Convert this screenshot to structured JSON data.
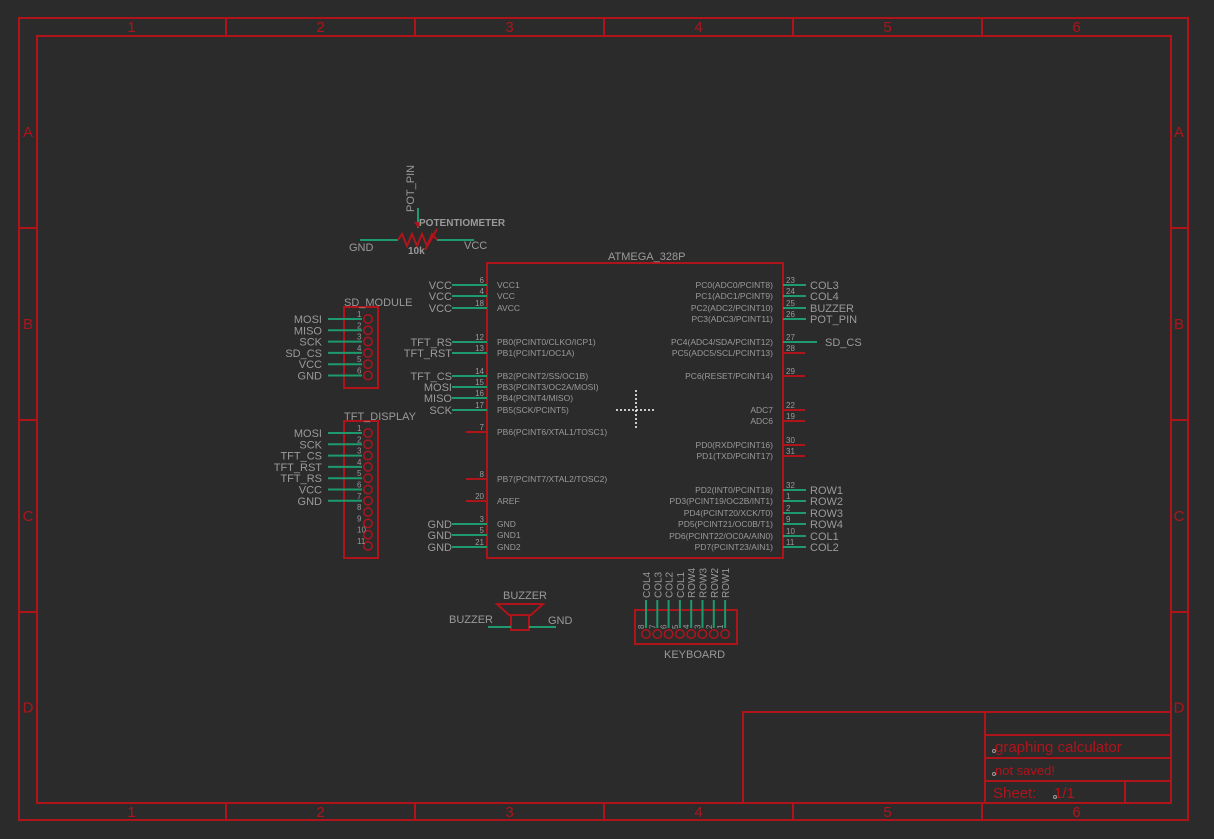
{
  "colors": {
    "background": "#2b2b2b",
    "frame": "#b0141b",
    "text": "#9a9a9a",
    "pin": "#1e9a6e",
    "cursor": "#ffffff"
  },
  "frame": {
    "columns": [
      "1",
      "2",
      "3",
      "4",
      "5",
      "6"
    ],
    "rows": [
      "A",
      "B",
      "C",
      "D"
    ]
  },
  "title_block": {
    "title": "graphing calculator",
    "status": "not saved!",
    "sheet_label": "Sheet:",
    "sheet_value": "1/1"
  },
  "potentiometer": {
    "name": "POTENTIOMETER",
    "value": "10k",
    "net_wiper": "POT_PIN",
    "net_left": "GND",
    "net_right": "VCC"
  },
  "sd_module": {
    "name": "SD_MODULE",
    "pins": [
      {
        "num": "1",
        "net": "MOSI"
      },
      {
        "num": "2",
        "net": "MISO"
      },
      {
        "num": "3",
        "net": "SCK"
      },
      {
        "num": "4",
        "net": "SD_CS"
      },
      {
        "num": "5",
        "net": "VCC"
      },
      {
        "num": "6",
        "net": "GND"
      }
    ]
  },
  "tft_display": {
    "name": "TFT_DISPLAY",
    "pins": [
      {
        "num": "1",
        "net": "MOSI"
      },
      {
        "num": "2",
        "net": "SCK"
      },
      {
        "num": "3",
        "net": "TFT_CS"
      },
      {
        "num": "4",
        "net": "TFT_RST"
      },
      {
        "num": "5",
        "net": "TFT_RS"
      },
      {
        "num": "6",
        "net": "VCC"
      },
      {
        "num": "7",
        "net": "GND"
      },
      {
        "num": "8",
        "net": ""
      },
      {
        "num": "9",
        "net": ""
      },
      {
        "num": "10",
        "net": ""
      },
      {
        "num": "11",
        "net": ""
      }
    ]
  },
  "mcu": {
    "name": "ATMEGA_328P",
    "left_pins": [
      {
        "num": "6",
        "label": "VCC1",
        "net": "VCC"
      },
      {
        "num": "4",
        "label": "VCC",
        "net": "VCC"
      },
      {
        "num": "18",
        "label": "AVCC",
        "net": "VCC"
      },
      {
        "num": "12",
        "label": "PB0(PCINT0/CLKO/ICP1)",
        "net": "TFT_RS"
      },
      {
        "num": "13",
        "label": "PB1(PCINT1/OC1A)",
        "net": "TFT_RST"
      },
      {
        "num": "14",
        "label": "PB2(PCINT2/SS/OC1B)",
        "net": "TFT_CS"
      },
      {
        "num": "15",
        "label": "PB3(PCINT3/OC2A/MOSI)",
        "net": "MOSI"
      },
      {
        "num": "16",
        "label": "PB4(PCINT4/MISO)",
        "net": "MISO"
      },
      {
        "num": "17",
        "label": "PB5(SCK/PCINT5)",
        "net": "SCK"
      },
      {
        "num": "7",
        "label": "PB6(PCINT6/XTAL1/TOSC1)",
        "net": ""
      },
      {
        "num": "8",
        "label": "PB7(PCINT7/XTAL2/TOSC2)",
        "net": ""
      },
      {
        "num": "20",
        "label": "AREF",
        "net": ""
      },
      {
        "num": "3",
        "label": "GND",
        "net": "GND"
      },
      {
        "num": "5",
        "label": "GND1",
        "net": "GND"
      },
      {
        "num": "21",
        "label": "GND2",
        "net": "GND"
      }
    ],
    "right_pins": [
      {
        "num": "23",
        "label": "PC0(ADC0/PCINT8)",
        "net": "COL3"
      },
      {
        "num": "24",
        "label": "PC1(ADC1/PCINT9)",
        "net": "COL4"
      },
      {
        "num": "25",
        "label": "PC2(ADC2/PCINT10)",
        "net": "BUZZER"
      },
      {
        "num": "26",
        "label": "PC3(ADC3/PCINT11)",
        "net": "POT_PIN"
      },
      {
        "num": "27",
        "label": "PC4(ADC4/SDA/PCINT12)",
        "net": "SD_CS"
      },
      {
        "num": "28",
        "label": "PC5(ADC5/SCL/PCINT13)",
        "net": ""
      },
      {
        "num": "29",
        "label": "PC6(RESET/PCINT14)",
        "net": ""
      },
      {
        "num": "22",
        "label": "ADC7",
        "net": ""
      },
      {
        "num": "19",
        "label": "ADC6",
        "net": ""
      },
      {
        "num": "30",
        "label": "PD0(RXD/PCINT16)",
        "net": ""
      },
      {
        "num": "31",
        "label": "PD1(TXD/PCINT17)",
        "net": ""
      },
      {
        "num": "32",
        "label": "PD2(INT0/PCINT18)",
        "net": "ROW1"
      },
      {
        "num": "1",
        "label": "PD3(PCINT19/OC2B/INT1)",
        "net": "ROW2"
      },
      {
        "num": "2",
        "label": "PD4(PCINT20/XCK/T0)",
        "net": "ROW3"
      },
      {
        "num": "9",
        "label": "PD5(PCINT21/OC0B/T1)",
        "net": "ROW4"
      },
      {
        "num": "10",
        "label": "PD6(PCINT22/OC0A/AIN0)",
        "net": "COL1"
      },
      {
        "num": "11",
        "label": "PD7(PCINT23/AIN1)",
        "net": "COL2"
      }
    ]
  },
  "buzzer": {
    "name": "BUZZER",
    "net_left": "BUZZER",
    "net_right": "GND"
  },
  "keyboard": {
    "name": "KEYBOARD",
    "pins": [
      {
        "num": "8",
        "net": "COL4"
      },
      {
        "num": "7",
        "net": "COL3"
      },
      {
        "num": "6",
        "net": "COL2"
      },
      {
        "num": "5",
        "net": "COL1"
      },
      {
        "num": "4",
        "net": "ROW4"
      },
      {
        "num": "3",
        "net": "ROW3"
      },
      {
        "num": "2",
        "net": "ROW2"
      },
      {
        "num": "1",
        "net": "ROW1"
      }
    ]
  }
}
